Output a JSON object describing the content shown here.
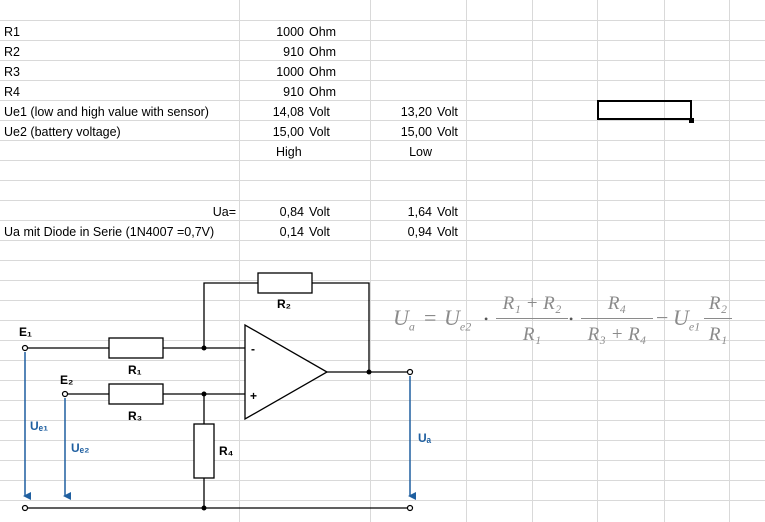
{
  "sheet": {
    "rows": [
      {
        "label": "R1",
        "value": "1000",
        "unit": "Ohm",
        "value2": "",
        "unit2": ""
      },
      {
        "label": "R2",
        "value": "910",
        "unit": "Ohm",
        "value2": "",
        "unit2": ""
      },
      {
        "label": "R3",
        "value": "1000",
        "unit": "Ohm",
        "value2": "",
        "unit2": ""
      },
      {
        "label": "R4",
        "value": "910",
        "unit": "Ohm",
        "value2": "",
        "unit2": ""
      },
      {
        "label": "Ue1 (low and high value with sensor)",
        "value": "14,08",
        "unit": "Volt",
        "value2": "13,20",
        "unit2": "Volt"
      },
      {
        "label": "Ue2 (battery voltage)",
        "value": "15,00",
        "unit": "Volt",
        "value2": "15,00",
        "unit2": "Volt"
      },
      {
        "label": "",
        "value": "High",
        "unit": "",
        "value2": "Low",
        "unit2": ""
      }
    ],
    "result_rows": [
      {
        "label": "Ua=",
        "value": "0,84",
        "unit": "Volt",
        "value2": "1,64",
        "unit2": "Volt"
      },
      {
        "label": "Ua mit Diode in Serie (1N4007 =0,7V)",
        "value": "0,14",
        "unit": "Volt",
        "value2": "0,94",
        "unit2": "Volt"
      }
    ]
  },
  "circuit": {
    "labels": {
      "e1": "E₁",
      "e2": "E₂",
      "r1": "R₁",
      "r2": "R₂",
      "r3": "R₃",
      "r4": "R₄",
      "minus": "-",
      "plus": "+",
      "ue1": "Uₑ₁",
      "ue2": "Uₑ₂",
      "ua": "Uₐ"
    },
    "wire_color": "#000000",
    "arrow_color": "#1f5fa0"
  },
  "formula": {
    "ua": "U",
    "ua_sub": "a",
    "eq": "=",
    "ue2": "U",
    "ue2_sub": "e2",
    "f1_num": "R₁ + R₂",
    "f1_den": "R₁",
    "f2_num": "R₄",
    "f2_den": "R₃ + R₄",
    "minus": "−",
    "ue1": "U",
    "ue1_sub": "e1",
    "f3_num": "R₂",
    "f3_den": "R₁",
    "dot": "•"
  }
}
